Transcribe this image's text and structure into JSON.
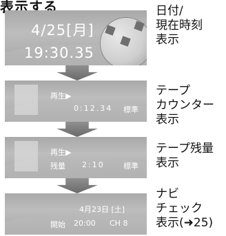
{
  "header": "表示する",
  "panel1": {
    "date": "4/25[月]",
    "time": "19:30.35"
  },
  "panel2": {
    "mode": "再生▶",
    "counter": "0:12.34",
    "quality": "標準"
  },
  "panel3": {
    "mode": "再生▶",
    "remain_label": "残量",
    "remain_value": "2:10",
    "quality": "標準"
  },
  "panel4": {
    "date": "4月23日 [土]",
    "start_label": "開始",
    "start_time": "20:00",
    "channel": "CH 8"
  },
  "labels": {
    "l1": [
      "日付/",
      "現在時刻",
      "表示"
    ],
    "l2": [
      "テープ",
      "カウンター",
      "表示"
    ],
    "l3": [
      "テープ残量",
      "表示"
    ],
    "l4": [
      "ナビ",
      "チェック",
      "表示(➜25)"
    ]
  },
  "colors": {
    "panel": "#b0b0b0",
    "arrow": "#7a7a7a",
    "overlay_text": "#ffffff"
  }
}
